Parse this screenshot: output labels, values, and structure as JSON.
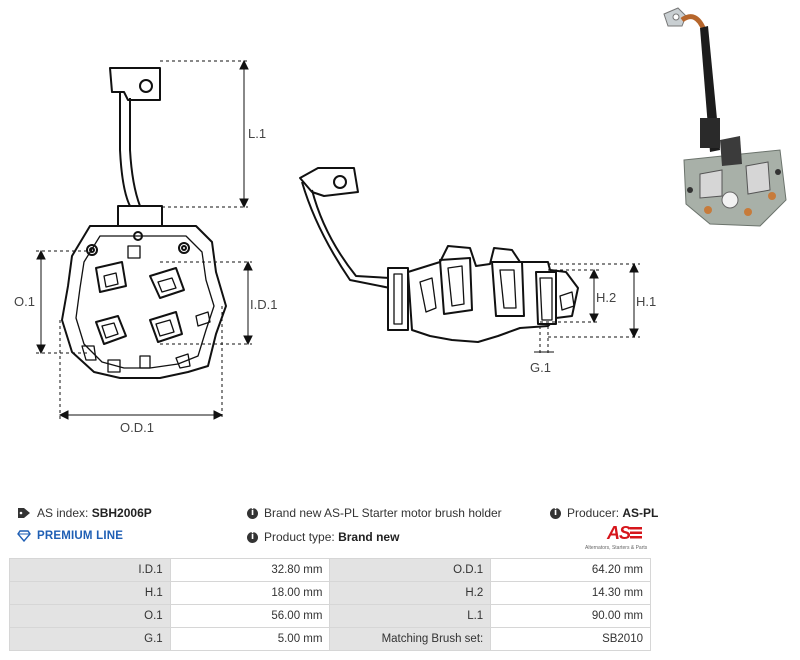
{
  "drawing": {
    "labels": {
      "l1": "L.1",
      "o1": "O.1",
      "id1": "I.D.1",
      "od1": "O.D.1",
      "h1": "H.1",
      "h2": "H.2",
      "g1": "G.1"
    }
  },
  "info": {
    "as_index_label": "AS index:",
    "as_index_value": "SBH2006P",
    "premium_line": "PREMIUM LINE",
    "description": "Brand new AS-PL Starter motor brush holder",
    "product_type_label": "Product type:",
    "product_type_value": "Brand new",
    "producer_label": "Producer:",
    "producer_value": "AS-PL",
    "logo_text": "AS",
    "logo_subtitle": "Alternators, Starters & Parts"
  },
  "specs": [
    {
      "label1": "I.D.1",
      "value1": "32.80 mm",
      "label2": "O.D.1",
      "value2": "64.20 mm"
    },
    {
      "label1": "H.1",
      "value1": "18.00 mm",
      "label2": "H.2",
      "value2": "14.30 mm"
    },
    {
      "label1": "O.1",
      "value1": "56.00 mm",
      "label2": "L.1",
      "value2": "90.00 mm"
    },
    {
      "label1": "G.1",
      "value1": "5.00 mm",
      "label2": "Matching Brush set:",
      "value2": "SB2010"
    }
  ],
  "colors": {
    "premium_blue": "#1f5fb4",
    "logo_red": "#d6151b",
    "label_cell_bg": "#e3e3e3"
  },
  "icons": [
    "tag-icon",
    "diamond-icon",
    "info-icon"
  ]
}
